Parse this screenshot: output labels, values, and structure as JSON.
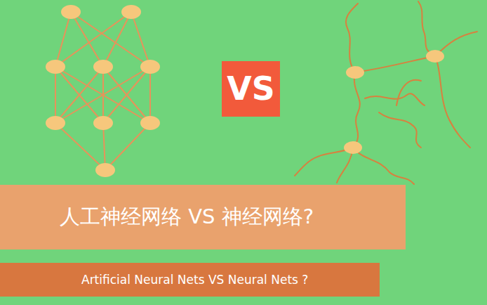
{
  "diagram": {
    "nodes": [
      {
        "text": [
          "VS"
        ]
      },
      {
        "text": [
          "人工神经网络 VS 神经网络?"
        ]
      },
      {
        "text": [
          "Artificial Neural Nets VS Neural Nets ?"
        ]
      }
    ]
  }
}
